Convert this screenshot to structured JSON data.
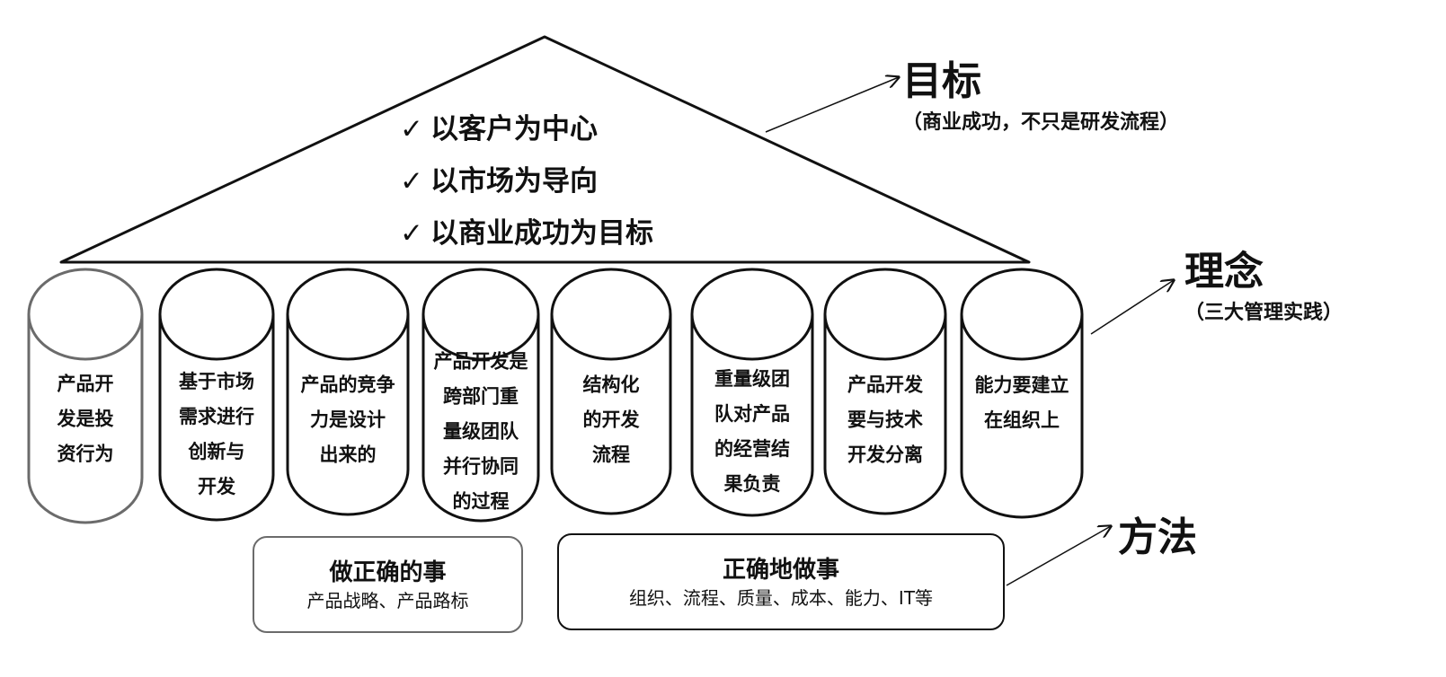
{
  "roof": {
    "check": "✓",
    "lines": [
      "以客户为中心",
      "以市场为导向",
      "以商业成功为目标"
    ]
  },
  "side_labels": {
    "goal": {
      "title": "目标",
      "subtitle": "（商业成功，不只是研发流程）"
    },
    "concept": {
      "title": "理念",
      "subtitle": "（三大管理实践）"
    },
    "method": {
      "title": "方法"
    }
  },
  "pillars": [
    {
      "lines": [
        "产品开",
        "发是投",
        "资行为"
      ],
      "border": "#6b6b6b"
    },
    {
      "lines": [
        "基于市场",
        "需求进行",
        "创新与",
        "开发"
      ],
      "border": "#111111"
    },
    {
      "lines": [
        "产品的竞争",
        "力是设计",
        "出来的"
      ],
      "border": "#111111"
    },
    {
      "lines": [
        "产品开发是",
        "跨部门重",
        "量级团队",
        "并行协同",
        "的过程"
      ],
      "border": "#111111"
    },
    {
      "lines": [
        "结构化",
        "的开发",
        "流程"
      ],
      "border": "#111111"
    },
    {
      "lines": [
        "重量级团",
        "队对产品",
        "的经营结",
        "果负责"
      ],
      "border": "#111111"
    },
    {
      "lines": [
        "产品开发",
        "要与技术",
        "开发分离"
      ],
      "border": "#111111"
    },
    {
      "lines": [
        "能力要建立",
        "在组织上"
      ],
      "border": "#111111"
    }
  ],
  "foundation": {
    "left": {
      "title": "做正确的事",
      "subtitle": "产品战略、产品路标",
      "border": "#6b6b6b"
    },
    "right": {
      "title": "正确地做事",
      "subtitle": "组织、流程、质量、成本、能力、IT等",
      "border": "#111111"
    }
  }
}
